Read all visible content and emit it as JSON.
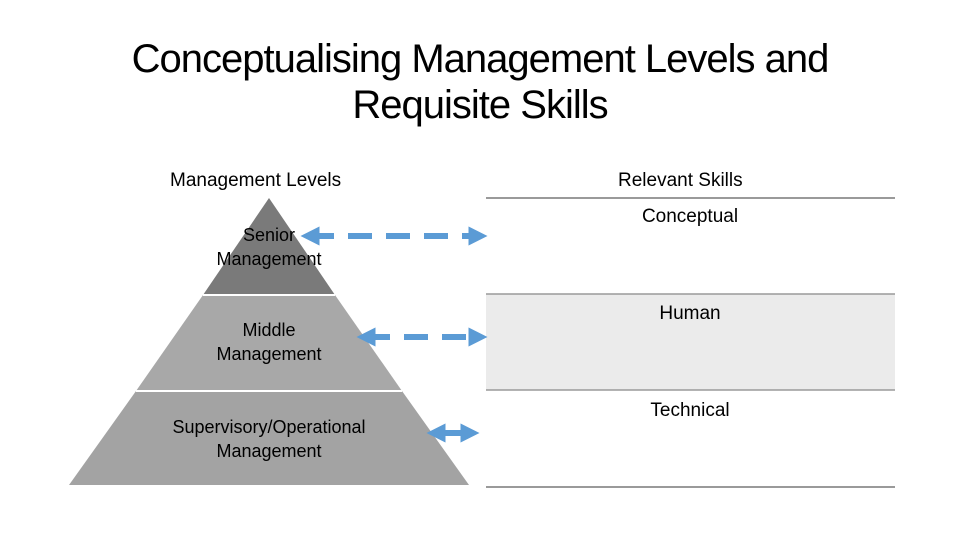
{
  "slide": {
    "title_line1": "Conceptualising Management Levels and",
    "title_line2": "Requisite Skills"
  },
  "left_header": "Management Levels",
  "right_header": "Relevant Skills",
  "levels": [
    {
      "line1": "Senior",
      "line2": "Management"
    },
    {
      "line1": "Middle",
      "line2": "Management"
    },
    {
      "line1": "Supervisory/Operational",
      "line2": "Management"
    }
  ],
  "skills": [
    "Conceptual",
    "Human",
    "Technical"
  ],
  "colors": {
    "top_tier": "#7a7a7a",
    "middle_tier": "#a8a8a8",
    "bottom_tier": "#a3a3a3",
    "tier_separator": "#ffffff",
    "arrow": "#5b9bd5",
    "highlight_row": "#ebebeb",
    "table_rule": "#9a9a9a"
  }
}
